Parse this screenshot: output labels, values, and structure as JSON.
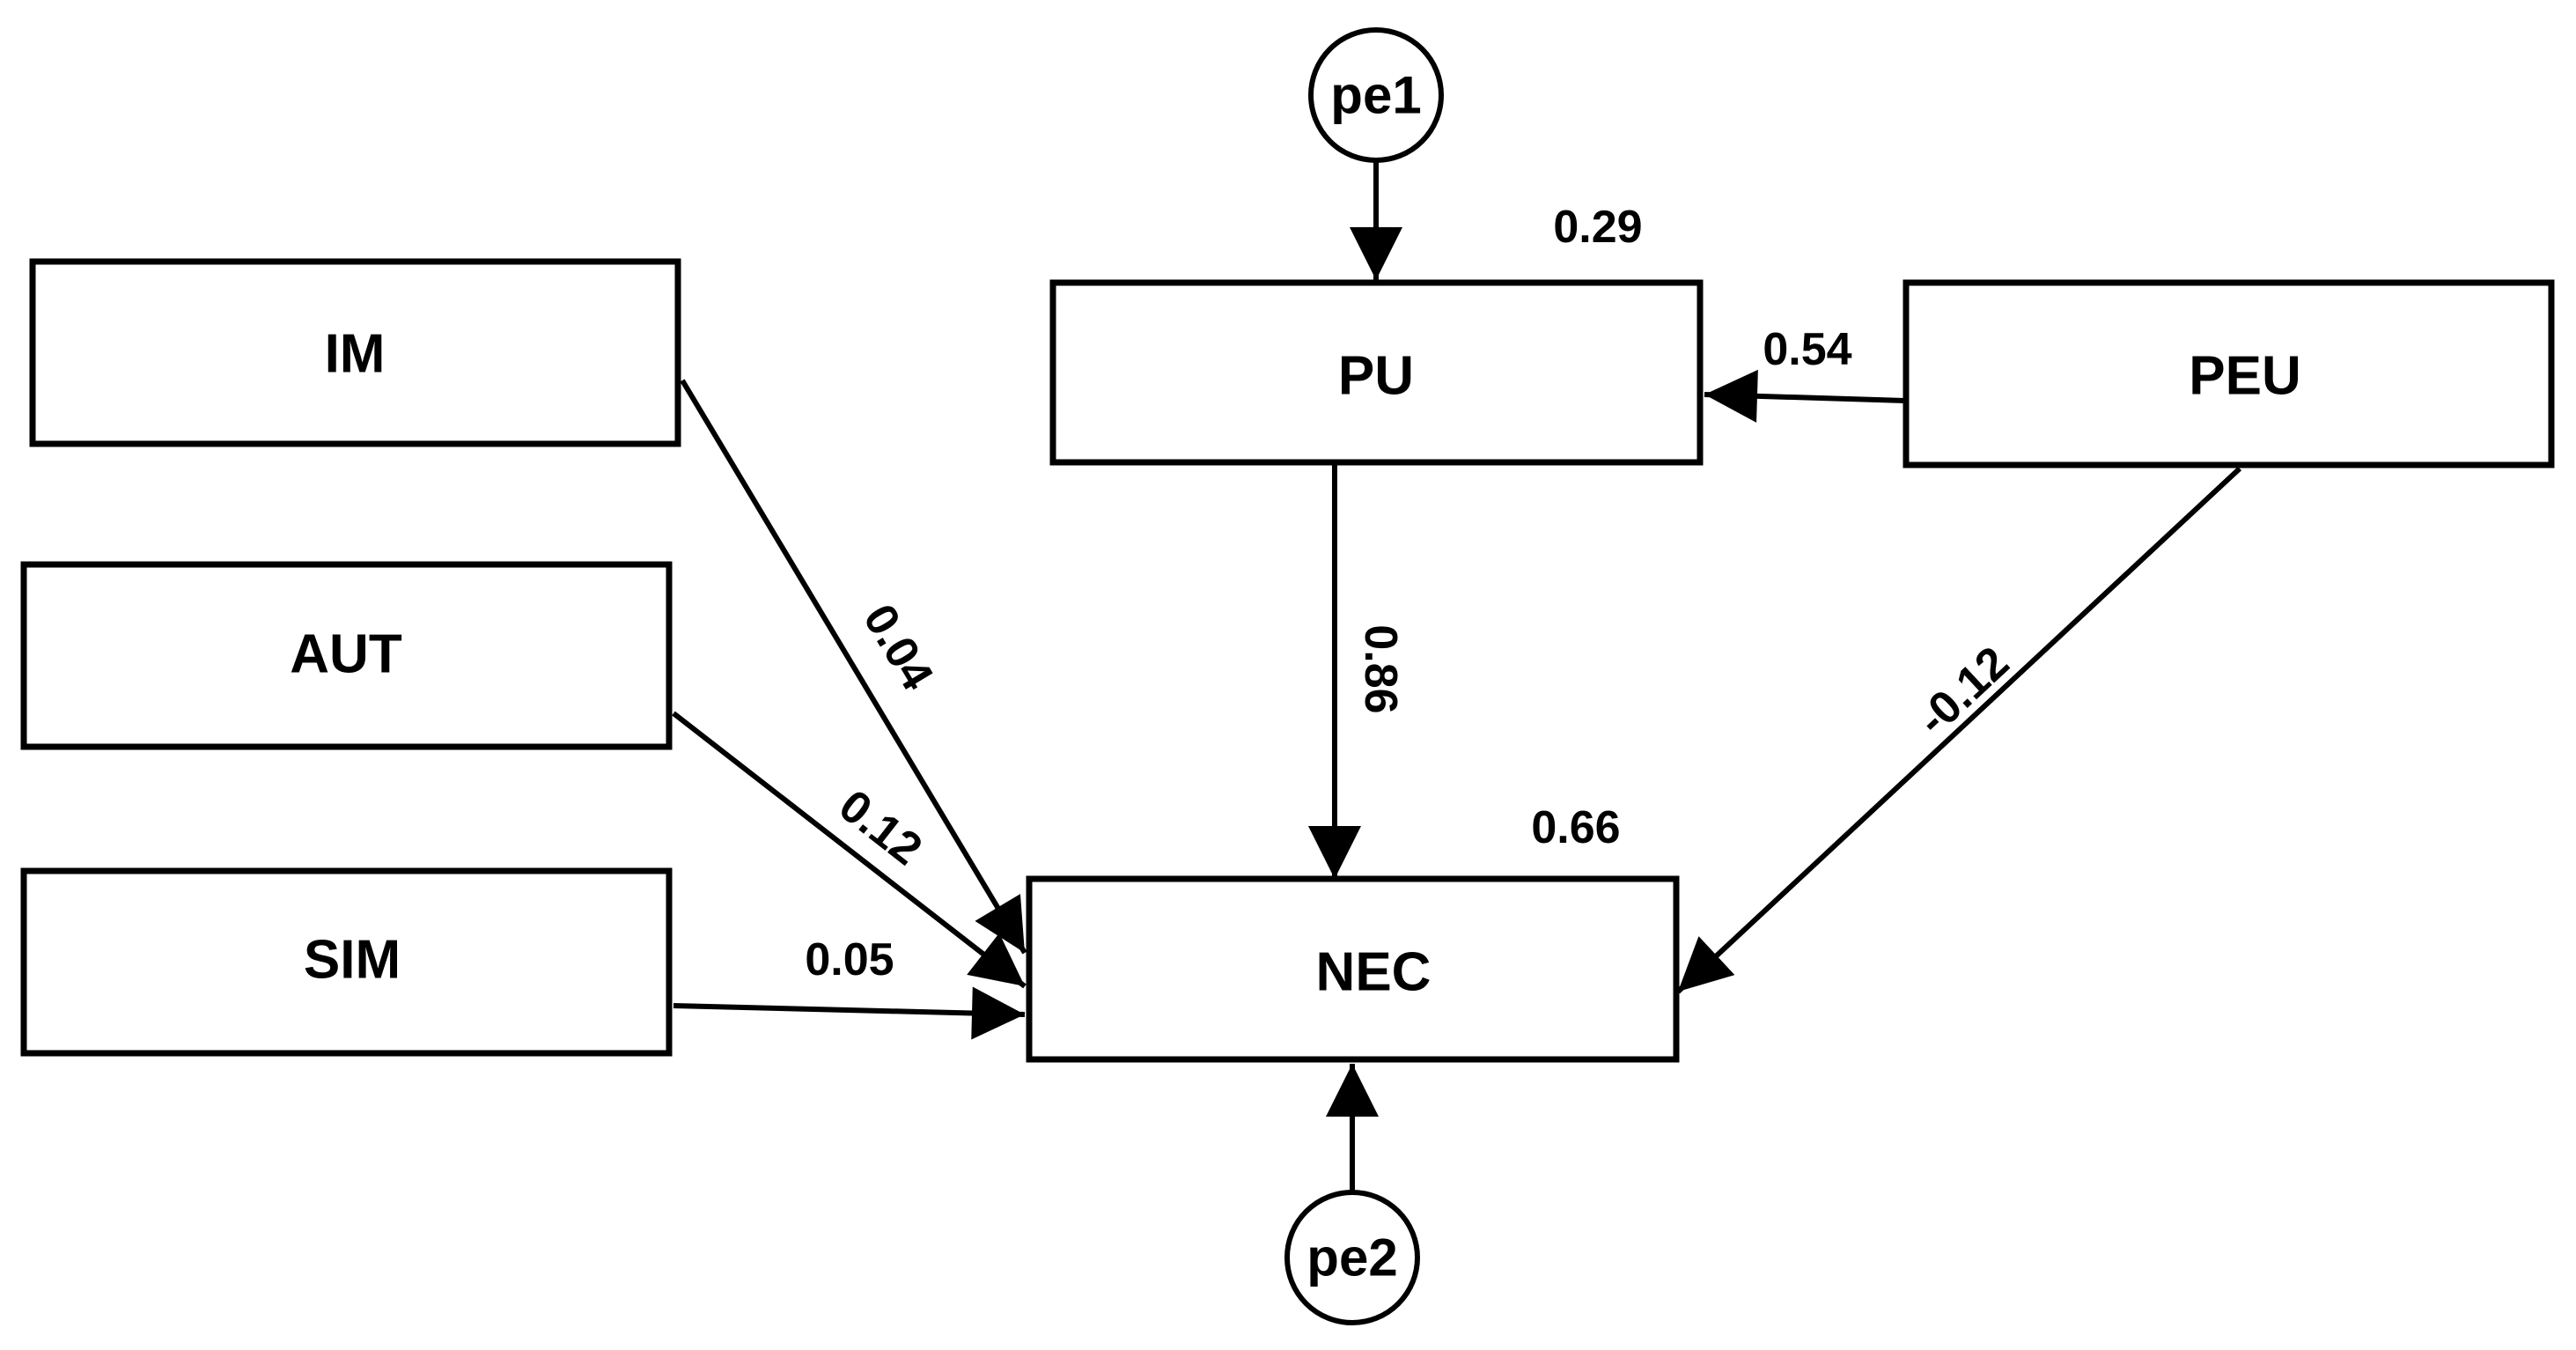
{
  "nodes": {
    "im": {
      "label": "IM"
    },
    "aut": {
      "label": "AUT"
    },
    "sim": {
      "label": "SIM"
    },
    "pu": {
      "label": "PU"
    },
    "peu": {
      "label": "PEU"
    },
    "nec": {
      "label": "NEC"
    }
  },
  "errors": {
    "pe1": {
      "label": "pe1"
    },
    "pe2": {
      "label": "pe2"
    }
  },
  "r_squared": {
    "pu": "0.29",
    "nec": "0.66"
  },
  "paths": {
    "im_nec": {
      "from": "IM",
      "to": "NEC",
      "coef": "0.04"
    },
    "aut_nec": {
      "from": "AUT",
      "to": "NEC",
      "coef": "0.12"
    },
    "sim_nec": {
      "from": "SIM",
      "to": "NEC",
      "coef": "0.05"
    },
    "pu_nec": {
      "from": "PU",
      "to": "NEC",
      "coef": "0.86"
    },
    "peu_pu": {
      "from": "PEU",
      "to": "PU",
      "coef": "0.54"
    },
    "peu_nec": {
      "from": "PEU",
      "to": "NEC",
      "coef": "-0.12"
    },
    "pe1_pu": {
      "from": "pe1",
      "to": "PU"
    },
    "pe2_nec": {
      "from": "pe2",
      "to": "NEC"
    }
  }
}
